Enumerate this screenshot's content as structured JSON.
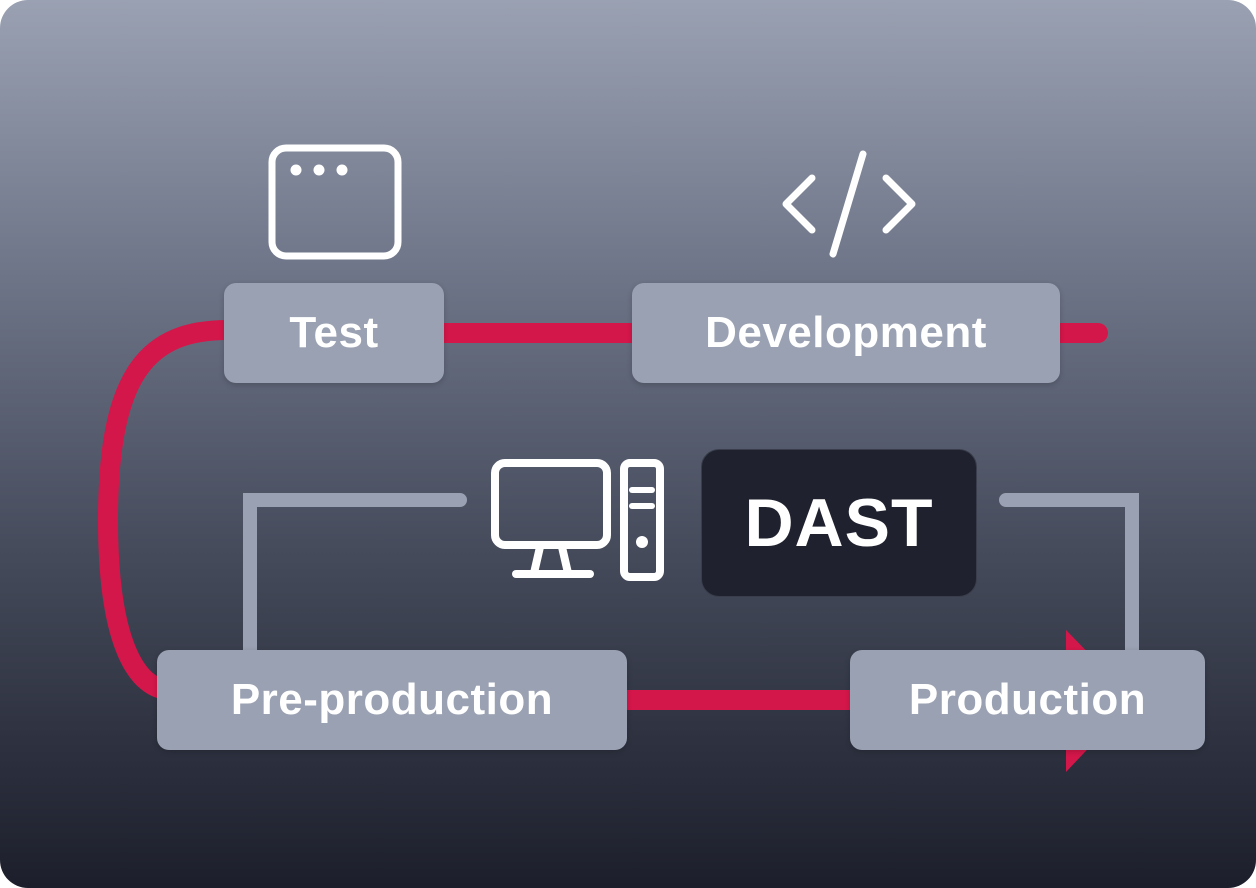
{
  "colors": {
    "accent": "#d4174a",
    "stage_bg": "#9aa1b2",
    "dast_bg": "#1f222e",
    "connector_gray": "#9aa1b2",
    "text": "#ffffff"
  },
  "stages": {
    "test": "Test",
    "development": "Development",
    "pre_production": "Pre-production",
    "production": "Production"
  },
  "dast_label": "DAST",
  "icons": {
    "test": "browser-window-icon",
    "development": "code-brackets-icon",
    "center": "desktop-computer-icon"
  }
}
